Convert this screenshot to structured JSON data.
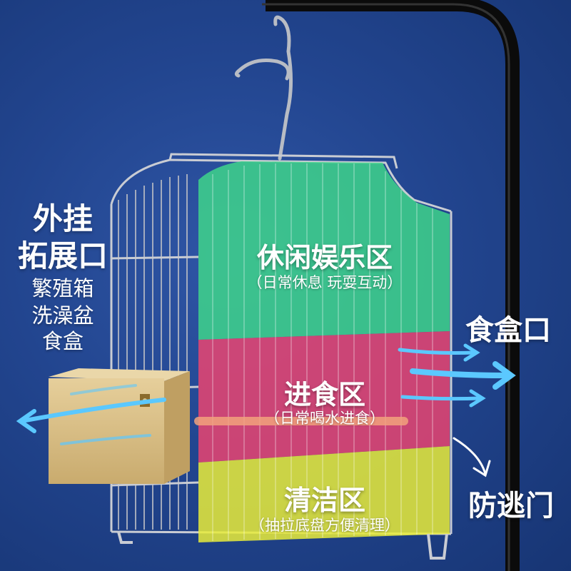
{
  "left_panel": {
    "title_line1": "外挂",
    "title_line2": "拓展口",
    "items": [
      "繁殖箱",
      "洗澡盆",
      "食盒"
    ]
  },
  "zones": [
    {
      "title": "休闲娱乐区",
      "subtitle": "（日常休息 玩耍互动）",
      "color": "#3fd98a"
    },
    {
      "title": "进食区",
      "subtitle": "（日常喝水进食）",
      "color": "#f0446f"
    },
    {
      "title": "清洁区",
      "subtitle": "（抽拉底盘方便清理）",
      "color": "#e9ec3a"
    }
  ],
  "callouts": {
    "food_door": "食盒口",
    "escape_door": "防逃门"
  },
  "colors": {
    "background": "#22458f",
    "arrow": "#5bc8ff",
    "stand": "#111111",
    "box": "#d9c08a"
  }
}
